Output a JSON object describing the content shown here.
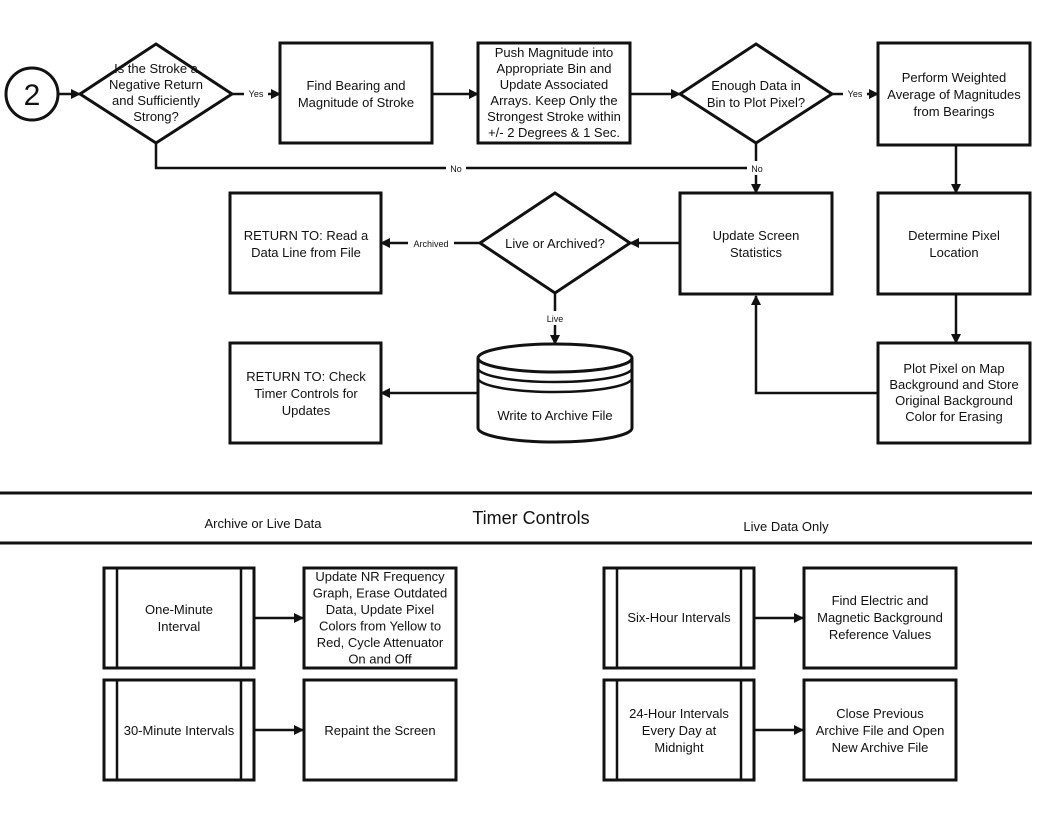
{
  "connector": {
    "label": "2"
  },
  "nodes": {
    "decision_stroke": [
      "Is the Stroke a",
      "Negative Return",
      "and Sufficiently",
      "Strong?"
    ],
    "find_bearing": [
      "Find Bearing and",
      "Magnitude of Stroke"
    ],
    "push_magnitude": [
      "Push Magnitude into",
      "Appropriate Bin and",
      "Update Associated",
      "Arrays.  Keep Only the",
      "Strongest Stroke within",
      "+/- 2 Degrees & 1 Sec."
    ],
    "decision_enough_data": [
      "Enough Data in",
      "Bin to Plot Pixel?"
    ],
    "weighted_average": [
      "Perform Weighted",
      "Average of Magnitudes",
      "from Bearings"
    ],
    "determine_pixel": [
      "Determine Pixel",
      "Location"
    ],
    "plot_pixel": [
      "Plot Pixel on Map",
      "Background and Store",
      "Original Background",
      "Color for Erasing"
    ],
    "update_stats": [
      "Update Screen",
      "Statistics"
    ],
    "decision_live": [
      "Live or Archived?"
    ],
    "return_read": [
      "RETURN TO:  Read a",
      "Data Line from File"
    ],
    "archive_file": [
      "Write to Archive File"
    ],
    "return_check": [
      "RETURN TO:  Check",
      "Timer Controls for",
      "Updates"
    ]
  },
  "edge_labels": {
    "yes1": "Yes",
    "yes2": "Yes",
    "no1": "No",
    "no2": "No",
    "archived": "Archived",
    "live": "Live"
  },
  "timer": {
    "title": "Timer Controls",
    "left_header": "Archive or Live Data",
    "right_header": "Live Data Only",
    "one_minute": [
      "One-Minute",
      "Interval"
    ],
    "one_minute_action": [
      "Update NR Frequency",
      "Graph, Erase Outdated",
      "Data, Update Pixel",
      "Colors from Yellow to",
      "Red, Cycle Attenuator",
      "On and Off"
    ],
    "thirty_minute": [
      "30-Minute Intervals"
    ],
    "thirty_minute_action": [
      "Repaint the Screen"
    ],
    "six_hour": [
      "Six-Hour Intervals"
    ],
    "six_hour_action": [
      "Find Electric and",
      "Magnetic Background",
      "Reference Values"
    ],
    "twenty_four": [
      "24-Hour Intervals",
      "Every Day at",
      "Midnight"
    ],
    "twenty_four_action": [
      "Close Previous",
      "Archive File and Open",
      "New Archive File"
    ]
  }
}
